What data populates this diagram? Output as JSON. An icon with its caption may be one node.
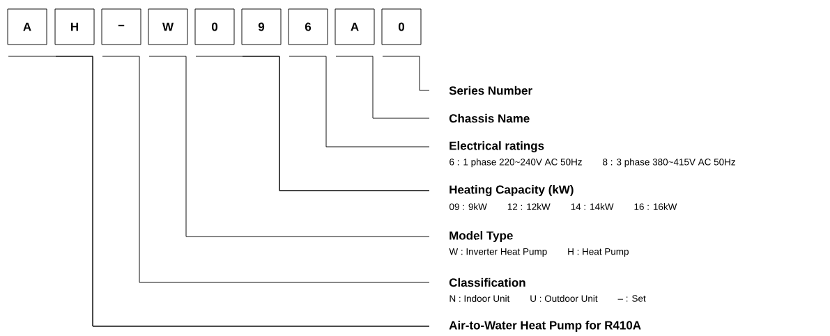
{
  "diagram": {
    "nodes": [
      {
        "text": [
          "A"
        ]
      },
      {
        "text": [
          "H"
        ]
      },
      {
        "text": [
          "–"
        ]
      },
      {
        "text": [
          "W"
        ]
      },
      {
        "text": [
          "0"
        ]
      },
      {
        "text": [
          "9"
        ]
      },
      {
        "text": [
          "6"
        ]
      },
      {
        "text": [
          "A"
        ]
      },
      {
        "text": [
          "0"
        ]
      },
      {
        "text": [
          "Series Number"
        ]
      },
      {
        "text": [
          "Chassis Name"
        ]
      },
      {
        "text": [
          "Electrical ratings",
          "6 : 1 phase 220~240V AC 50Hz",
          "8 : 3 phase 380~415V AC 50Hz"
        ]
      },
      {
        "text": [
          "Heating Capacity (kW)",
          "09 : 9kW",
          "12 : 12kW",
          "14 : 14kW",
          "16 : 16kW"
        ]
      },
      {
        "text": [
          "Model Type",
          "W : Inverter Heat Pump",
          "H : Heat Pump"
        ]
      },
      {
        "text": [
          "Classification",
          "N : Indoor Unit",
          "U : Outdoor Unit",
          "–  : Set"
        ]
      },
      {
        "text": [
          "Air-to-Water Heat Pump for R410A"
        ]
      }
    ],
    "edges": [
      {
        "from": 0,
        "to": 15,
        "arrow": "none"
      },
      {
        "from": 1,
        "to": 15,
        "arrow": "none"
      },
      {
        "from": 2,
        "to": 14,
        "arrow": "none"
      },
      {
        "from": 3,
        "to": 13,
        "arrow": "none"
      },
      {
        "from": 4,
        "to": 12,
        "arrow": "none"
      },
      {
        "from": 5,
        "to": 12,
        "arrow": "none"
      },
      {
        "from": 6,
        "to": 11,
        "arrow": "none"
      },
      {
        "from": 7,
        "to": 10,
        "arrow": "none"
      },
      {
        "from": 8,
        "to": 9,
        "arrow": "none"
      }
    ]
  }
}
